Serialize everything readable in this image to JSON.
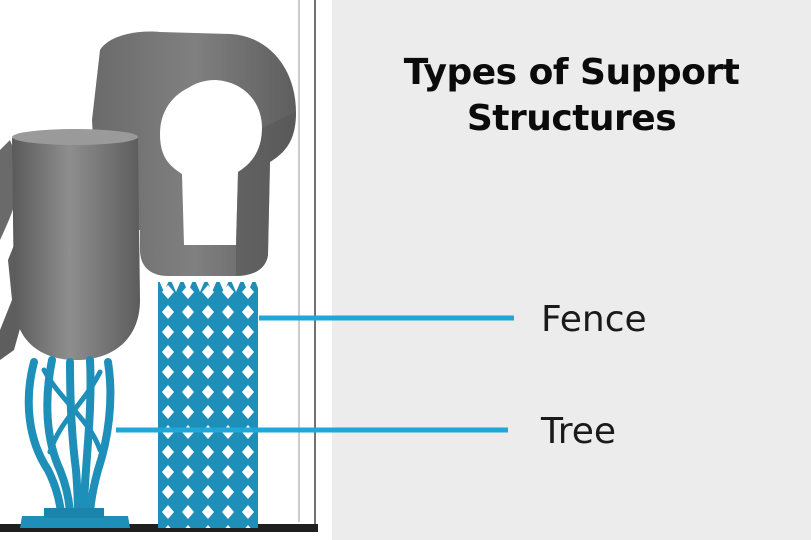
{
  "title": "Types of Support Structures",
  "labels": {
    "fence": "Fence",
    "tree": "Tree"
  },
  "colors": {
    "model": "#6b6b6b",
    "model_highlight": "#8a8a8a",
    "support": "#1e8fb8",
    "leader_line": "#1ea7d8",
    "panel_background": "#ececec",
    "frame": "#333333"
  }
}
